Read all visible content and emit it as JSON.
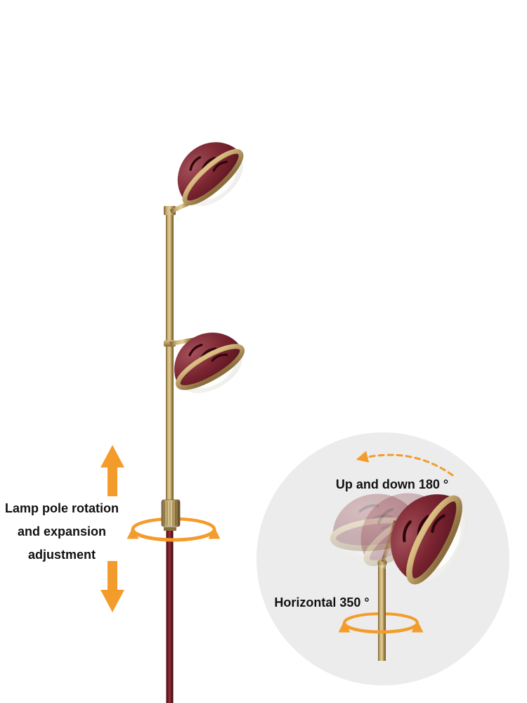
{
  "image": {
    "type": "product-feature-annotation",
    "subject": "floor lamp with two adjustable dome heads",
    "background": "#ffffff"
  },
  "labels": {
    "pole_adjustment": {
      "line1": "Lamp pole rotation",
      "line2": "and expansion",
      "line3": "adjustment"
    },
    "inset": {
      "up_down": "Up and down 180 °",
      "horizontal": "Horizontal 350 °"
    }
  },
  "colors": {
    "accent_orange": "#F39C2C",
    "lamp_shade_red": "#7C2430",
    "pole_brass": "#C2A265",
    "lower_pole_red": "#6E1620",
    "inset_background": "#ECECEC",
    "label_text": "#111111"
  },
  "icons": {
    "up_arrow": "expand-pole-up",
    "down_arrow": "expand-pole-down",
    "rotation_ellipse": "rotate-around-pole",
    "dashed_arc": "tilt-head-up-down",
    "inset_rotation_ellipse": "rotate-head-horizontal"
  }
}
